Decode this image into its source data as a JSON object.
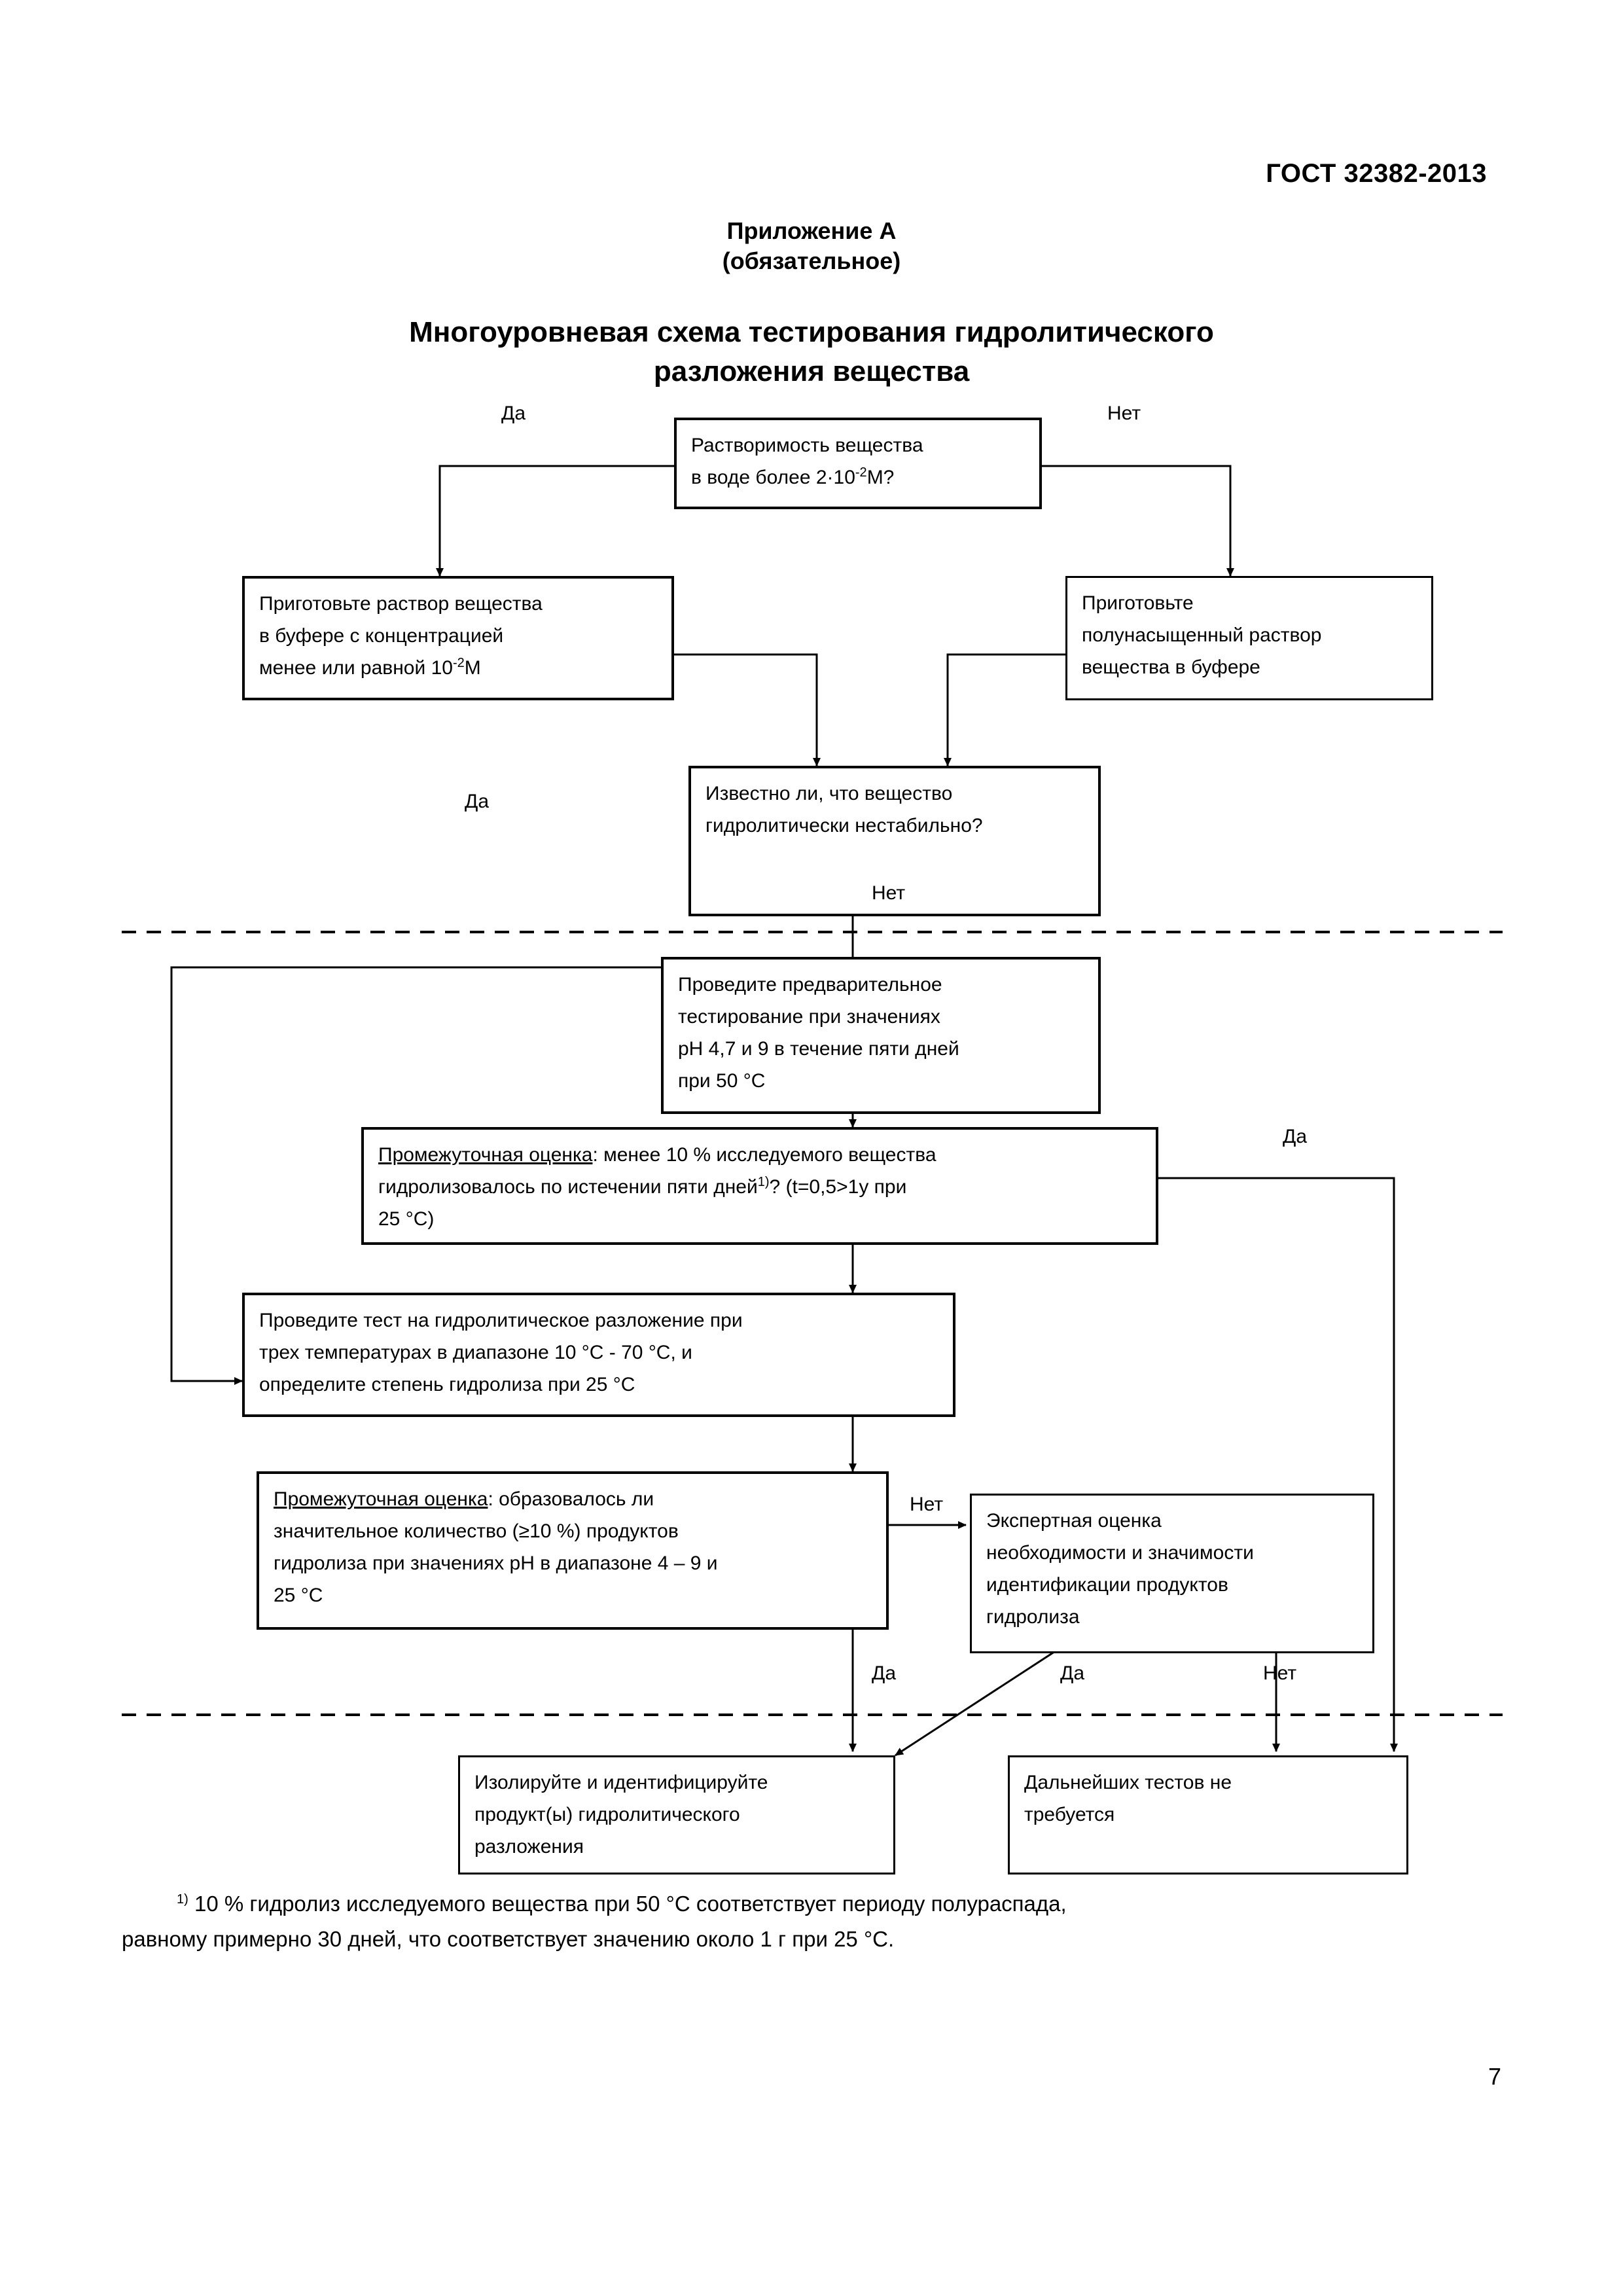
{
  "document": {
    "standard_header": "ГОСТ 32382-2013",
    "page_number": "7"
  },
  "annex": {
    "label": "Приложение А",
    "status": "(обязательное)",
    "title_line1": "Многоуровневая схема тестирования гидролитического",
    "title_line2": "разложения вещества"
  },
  "chart_data": {
    "type": "diagram",
    "title": "Многоуровневая схема тестирования гидролитического разложения вещества",
    "nodes": [
      {
        "id": "n1",
        "kind": "decision",
        "lines": [
          "Растворимость вещества",
          "в воде более 2·10 ⁻²М?"
        ],
        "line1": "Растворимость вещества",
        "line2_a": "в воде более 2",
        "line2_b": "·10",
        "line2_sup": "-2",
        "line2_c": "М?"
      },
      {
        "id": "n2",
        "kind": "process",
        "line1": "Приготовьте раствор вещества",
        "line2": "в буфере с концентрацией",
        "line3_a": "менее или равной 10",
        "line3_sup": "-2",
        "line3_b": "М"
      },
      {
        "id": "n3",
        "kind": "process",
        "line1": "Приготовьте",
        "line2": "полунасыщенный раствор",
        "line3": "вещества в буфере"
      },
      {
        "id": "n4",
        "kind": "decision",
        "line1": "Известно ли, что вещество",
        "line2": "гидролитически нестабильно?"
      },
      {
        "id": "n5",
        "kind": "process",
        "line1": "Проведите предварительное",
        "line2": "тестирование при значениях",
        "line3": "pH 4,7 и 9 в течение пяти дней",
        "line4": "при 50 °С"
      },
      {
        "id": "n6",
        "kind": "decision",
        "underlined": "Промежуточная оценка",
        "line1_rest": ": менее 10 % исследуемого вещества",
        "line2_a": "гидролизовалось по истечении пяти дней",
        "line2_sup": "1)",
        "line2_b": "? (t=0,5>1y при",
        "line3": "25 °С)"
      },
      {
        "id": "n7",
        "kind": "process",
        "line1": "Проведите тест на гидролитическое разложение при",
        "line2": "трех температурах в диапазоне 10 °С - 70 °С, и",
        "line3": "определите степень гидролиза при    25 °С"
      },
      {
        "id": "n8",
        "kind": "decision",
        "underlined": "Промежуточная оценка",
        "line1_rest": ": образовалось ли",
        "line2": "значительное количество (≥10 %) продуктов",
        "line3": "гидролиза при значениях pH в диапазоне 4 – 9 и",
        "line4": "25 °С"
      },
      {
        "id": "n9",
        "kind": "process",
        "line1": "Экспертная оценка",
        "line2": "необходимости и значимости",
        "line3": "идентификации продуктов",
        "line4": "гидролиза"
      },
      {
        "id": "n10",
        "kind": "terminal",
        "line1": "Изолируйте и идентифицируйте",
        "line2": "продукт(ы) гидролитического",
        "line3": "разложения"
      },
      {
        "id": "n11",
        "kind": "terminal",
        "line1": "Дальнейших тестов не",
        "line2": "требуется"
      }
    ],
    "edge_labels": {
      "yes": "Да",
      "no": "Нет",
      "e1_yes": "Да",
      "e1_no": "Нет",
      "e4_yes": "Да",
      "e4_no": "Нет",
      "e6_yes": "Да",
      "e8_no": "Нет",
      "e8_yes": "Да",
      "e9_yes": "Да",
      "e9_no": "Нет"
    },
    "tier_separators": 2,
    "legend": "",
    "grid": false
  },
  "footnote": {
    "marker": "1)",
    "line1": " 10 % гидролиз исследуемого вещества при 50 °С соответствует периоду полураспада,",
    "line2": "равному примерно 30 дней, что соответствует значению около 1 г при 25 °С."
  }
}
